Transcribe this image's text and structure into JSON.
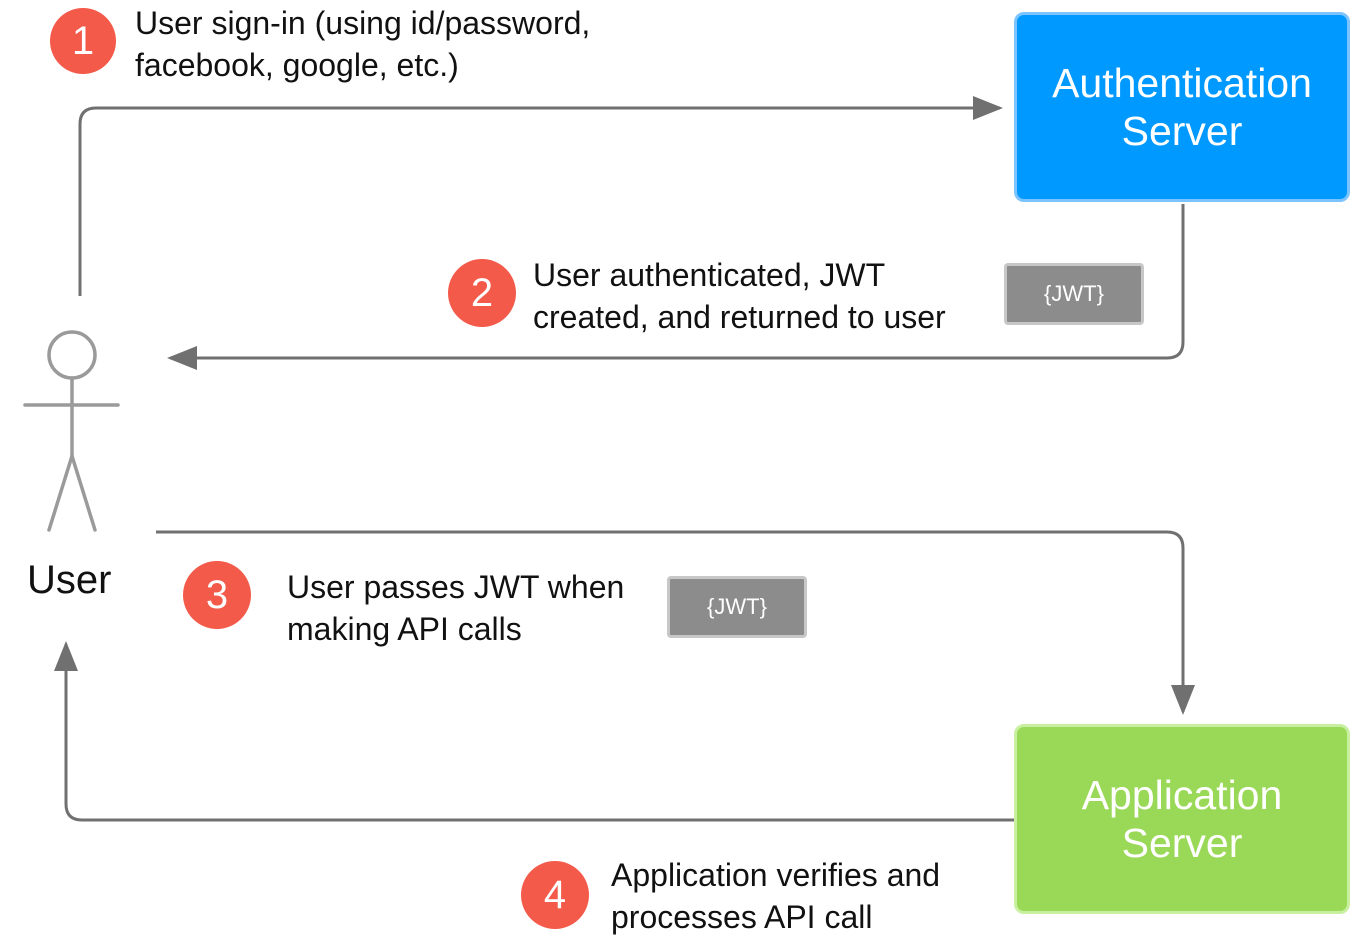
{
  "colors": {
    "badge": "#f45a4a",
    "auth_server": "#0099ff",
    "app_server": "#99d957",
    "token": "#8c8c8c",
    "line": "#707070",
    "actor": "#9a9a9a"
  },
  "actor": {
    "label": "User"
  },
  "servers": {
    "auth": {
      "line1": "Authentication",
      "line2": "Server"
    },
    "app": {
      "line1": "Application",
      "line2": "Server"
    }
  },
  "steps": [
    {
      "number": "1",
      "line1": "User sign-in (using id/password,",
      "line2": "facebook, google, etc.)"
    },
    {
      "number": "2",
      "line1": "User authenticated, JWT",
      "line2": "created, and returned to user"
    },
    {
      "number": "3",
      "line1": "User passes JWT when",
      "line2": "making API calls"
    },
    {
      "number": "4",
      "line1": "Application verifies and",
      "line2": "processes API call"
    }
  ],
  "tokens": [
    {
      "label": "{JWT}"
    },
    {
      "label": "{JWT}"
    }
  ]
}
